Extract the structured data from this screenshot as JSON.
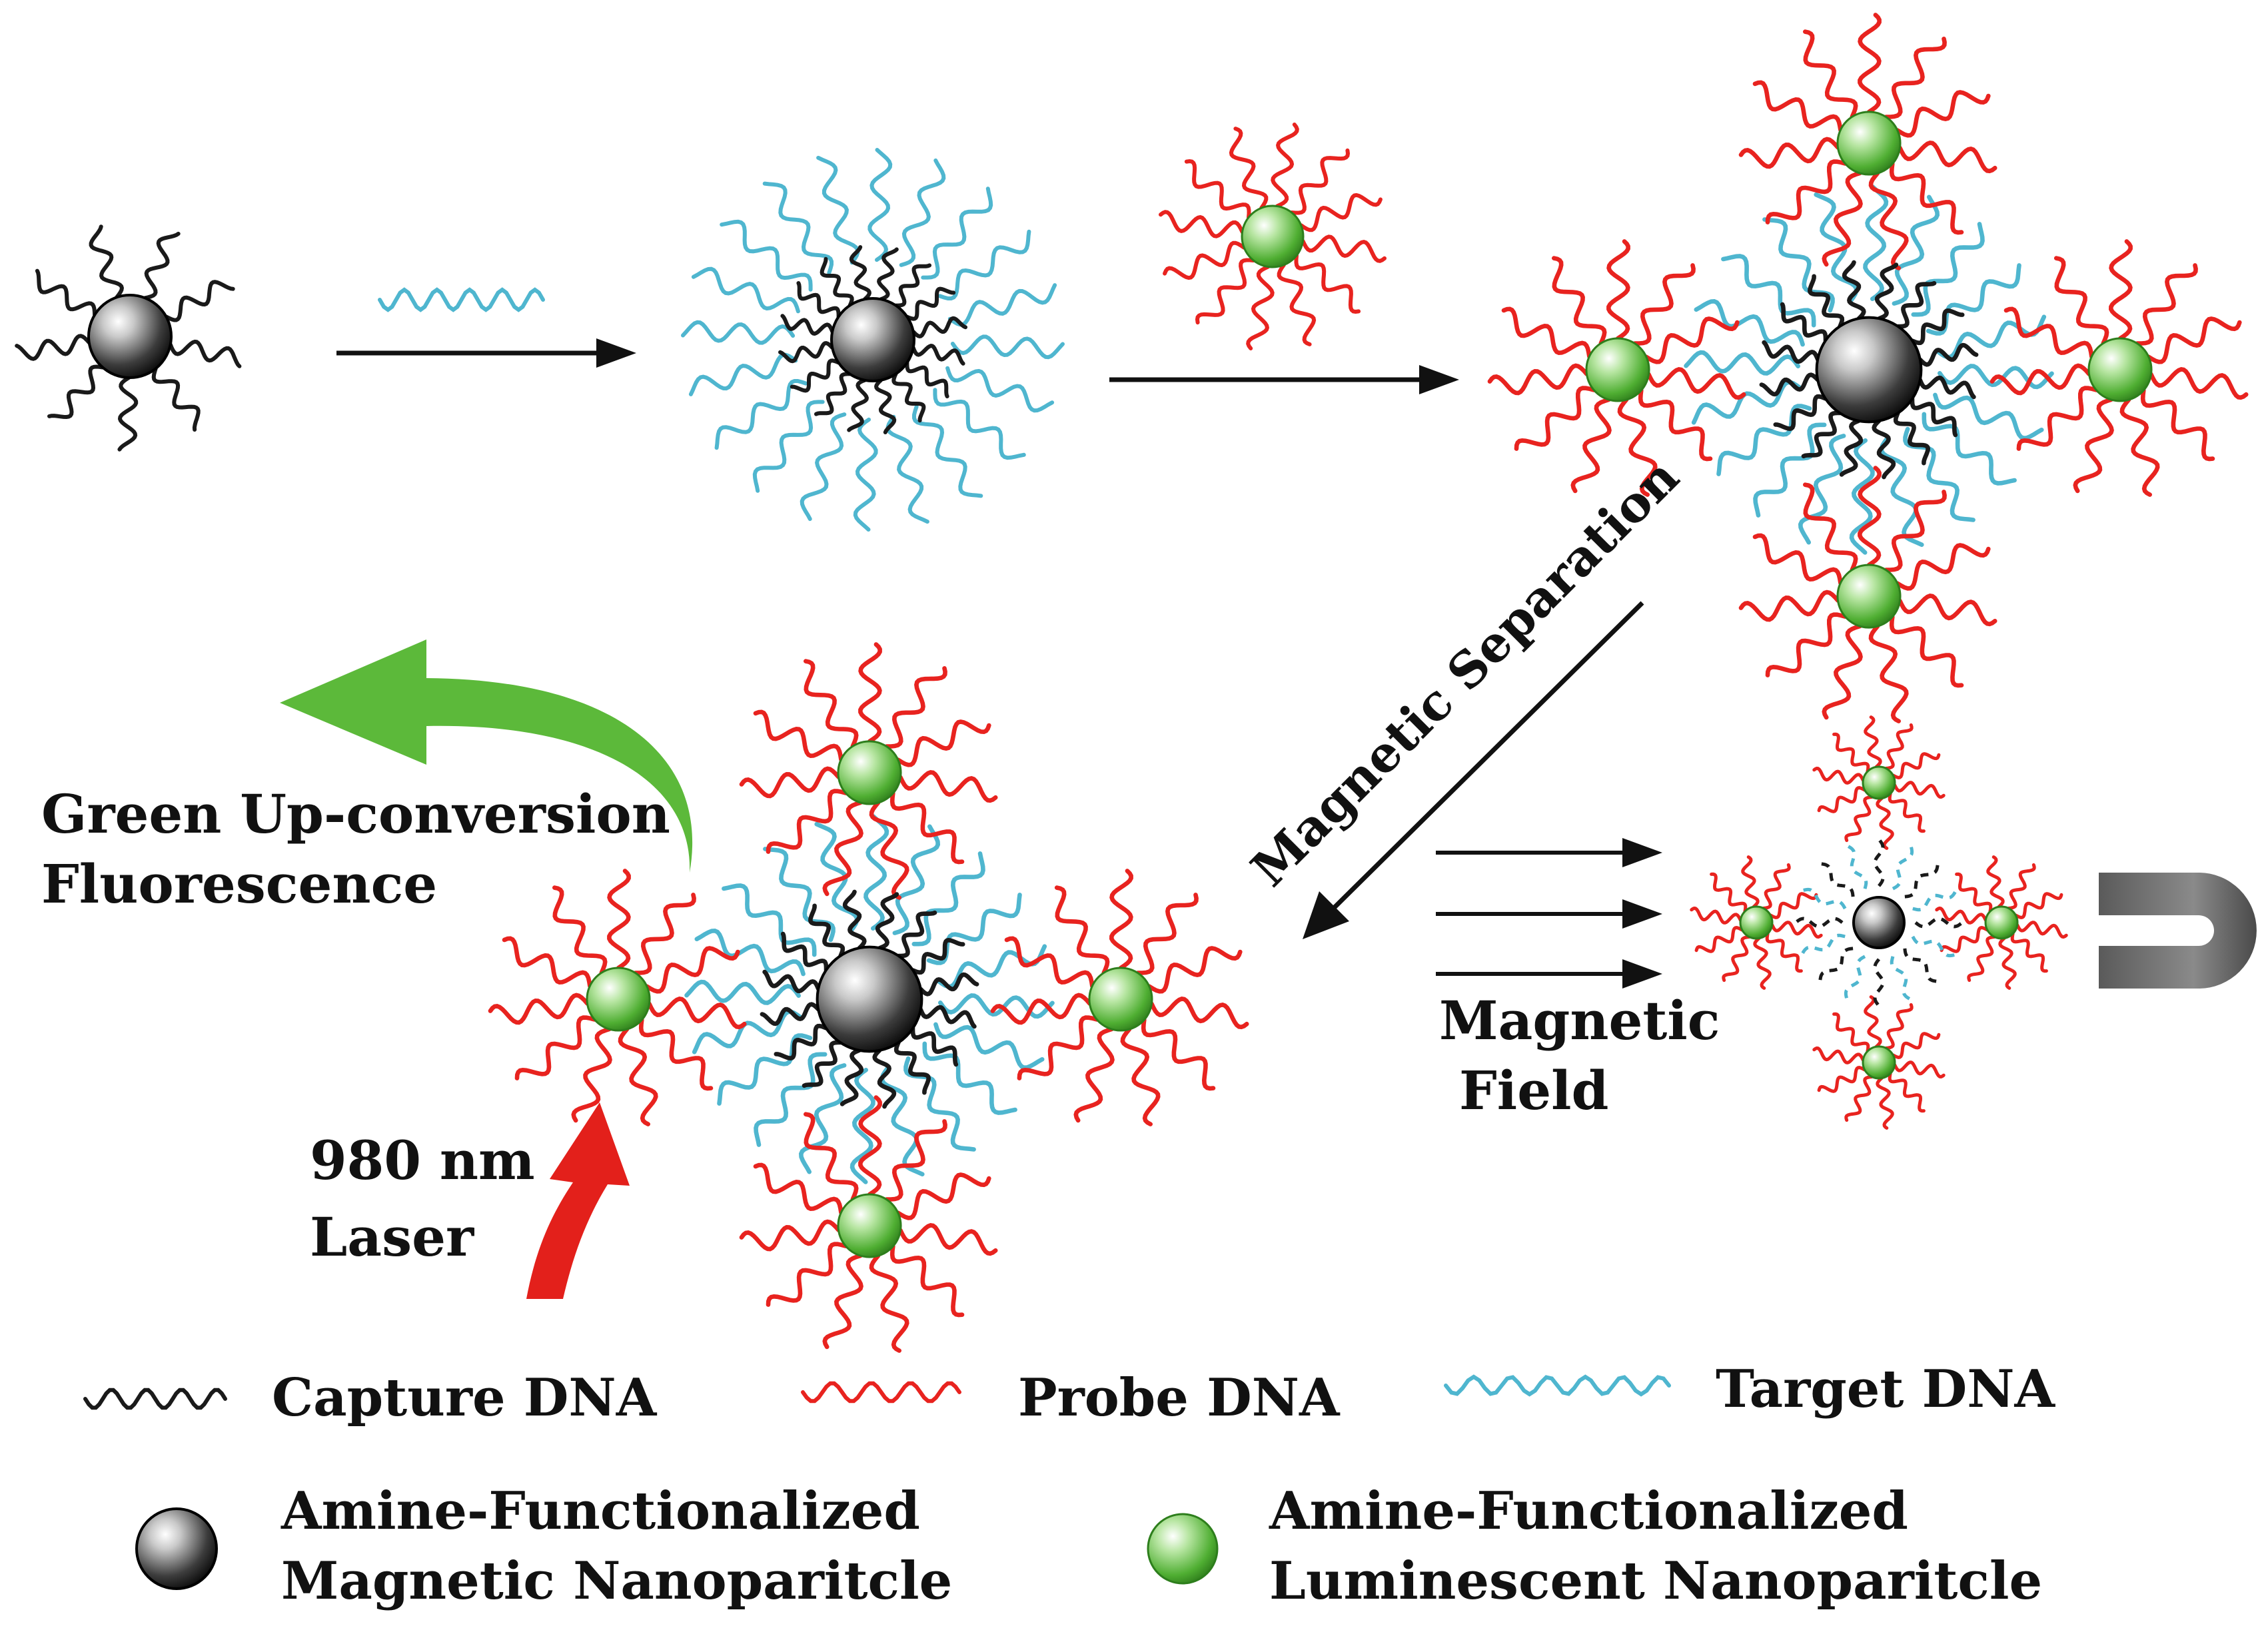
{
  "labels": {
    "magnetic_separation": "Magnetic Separation",
    "green_line1": "Green Up-conversion",
    "green_line2": "Fluorescence",
    "laser_line1": "980 nm",
    "laser_line2": "Laser",
    "field_line1": "Magnetic",
    "field_line2": "Field"
  },
  "legend": {
    "capture": "Capture DNA",
    "probe": "Probe DNA",
    "target": "Target DNA",
    "mnp_line1": "Amine-Functionalized",
    "mnp_line2": "Magnetic Nanoparitcle",
    "lnp_line1": "Amine-Functionalized",
    "lnp_line2": "Luminescent Nanoparitcle"
  },
  "colors": {
    "capture_dna": "#1a1a1a",
    "probe_dna": "#e8231f",
    "target_dna": "#4fb6cf",
    "luminescent_green": "#55b83a",
    "green_arrow": "#5cb93a",
    "laser_red": "#e3201b",
    "magnet_gray": "#707070"
  }
}
